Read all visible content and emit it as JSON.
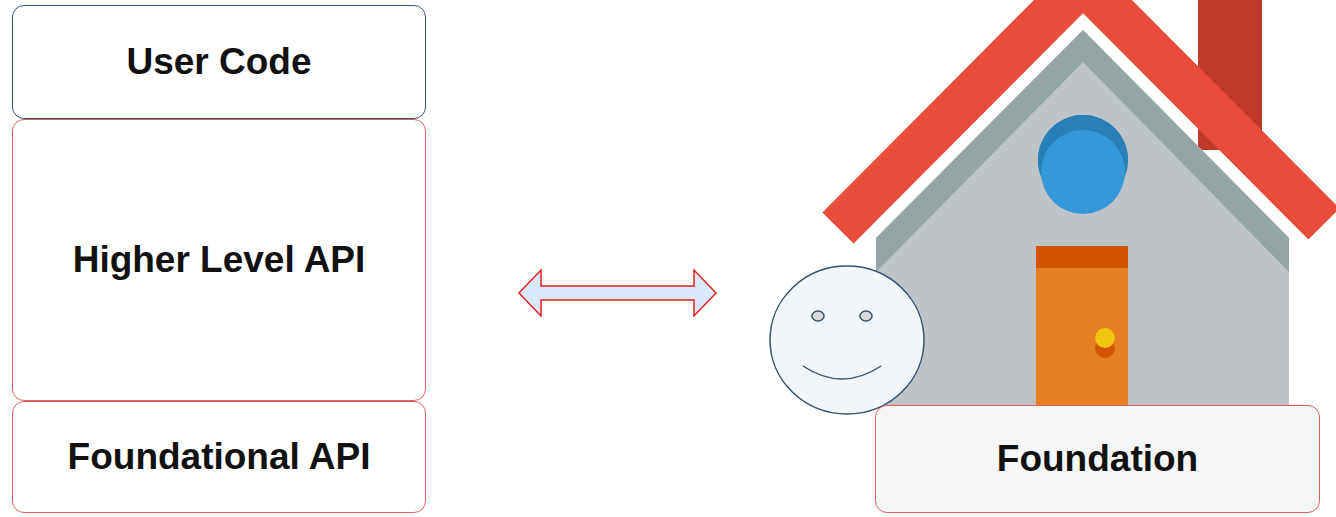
{
  "diagram": {
    "nodes": [
      {
        "text": [
          "User Code"
        ]
      },
      {
        "text": [
          "Higher Level API"
        ]
      },
      {
        "text": [
          "Foundational API"
        ]
      },
      {
        "text": [
          "Foundation"
        ]
      }
    ]
  }
}
